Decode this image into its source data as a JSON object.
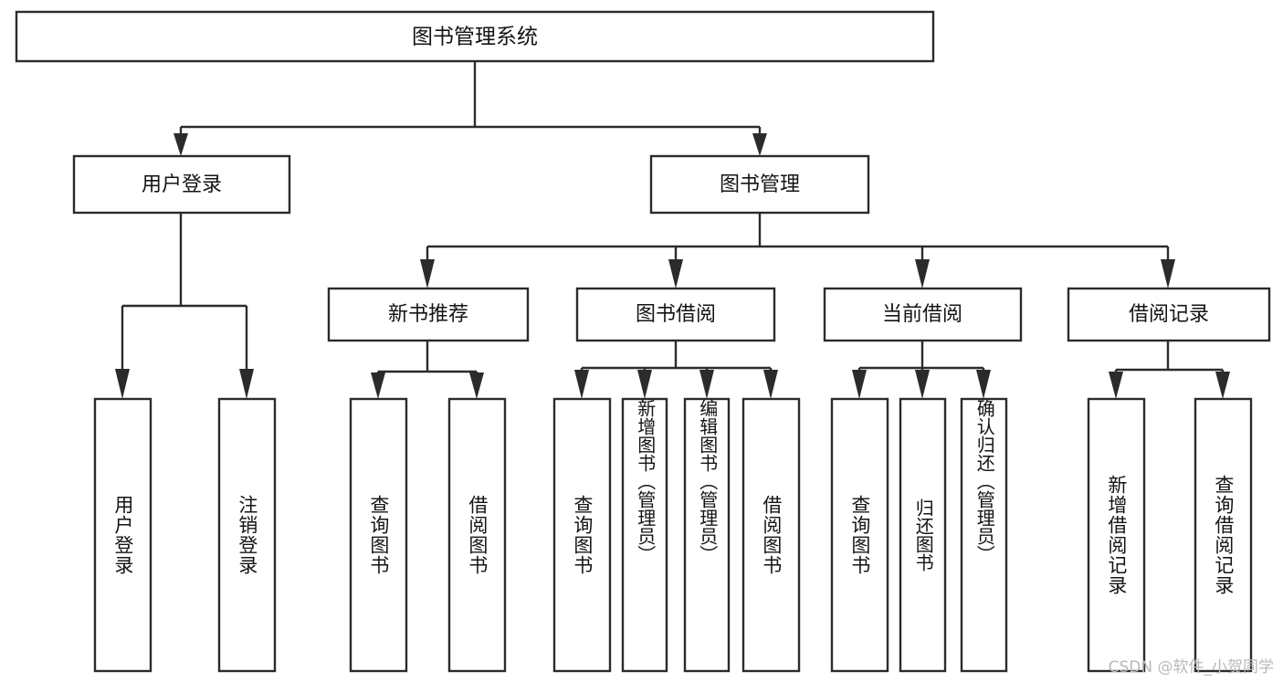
{
  "diagram": {
    "type": "tree",
    "title": "图书管理系统",
    "watermark": "CSDN @软件_小贺同学",
    "orientation": "top-down",
    "levels": 4,
    "colors": {
      "background": "#ffffff",
      "box_fill": "#ffffff",
      "box_stroke": "#2b2b2b",
      "text": "#141414",
      "watermark": "#b9b9b9"
    },
    "nodes": {
      "root": {
        "label": "图书管理系统",
        "level": 0
      },
      "l1": [
        {
          "id": "user-login",
          "label": "用户登录",
          "level": 1
        },
        {
          "id": "book-manage",
          "label": "图书管理",
          "level": 1
        }
      ],
      "l2": [
        {
          "id": "new-book-recommend",
          "label": "新书推荐",
          "level": 2,
          "parent": "book-manage"
        },
        {
          "id": "book-borrow",
          "label": "图书借阅",
          "level": 2,
          "parent": "book-manage"
        },
        {
          "id": "current-borrow",
          "label": "当前借阅",
          "level": 2,
          "parent": "book-manage"
        },
        {
          "id": "borrow-record",
          "label": "借阅记录",
          "level": 2,
          "parent": "book-manage"
        }
      ],
      "leaves": [
        {
          "id": "leaf-user-login",
          "label": "用户登录",
          "parent": "user-login"
        },
        {
          "id": "leaf-logout-login",
          "label": "注销登录",
          "parent": "user-login"
        },
        {
          "id": "leaf-query-book-1",
          "label": "查询图书",
          "parent": "new-book-recommend"
        },
        {
          "id": "leaf-borrow-book-1",
          "label": "借阅图书",
          "parent": "new-book-recommend"
        },
        {
          "id": "leaf-query-book-2",
          "label": "查询图书",
          "parent": "book-borrow"
        },
        {
          "id": "leaf-add-book",
          "label": "新增图书（管理员）",
          "parent": "book-borrow"
        },
        {
          "id": "leaf-edit-book",
          "label": "编辑图书（管理员）",
          "parent": "book-borrow"
        },
        {
          "id": "leaf-borrow-book-2",
          "label": "借阅图书",
          "parent": "book-borrow"
        },
        {
          "id": "leaf-query-book-3",
          "label": "查询图书",
          "parent": "current-borrow"
        },
        {
          "id": "leaf-return-book",
          "label": "归还图书",
          "parent": "current-borrow"
        },
        {
          "id": "leaf-confirm-return",
          "label": "确认归还（管理员）",
          "parent": "current-borrow"
        },
        {
          "id": "leaf-add-record",
          "label": "新增借阅记录",
          "parent": "borrow-record"
        },
        {
          "id": "leaf-query-record",
          "label": "查询借阅记录",
          "parent": "borrow-record"
        }
      ]
    }
  }
}
